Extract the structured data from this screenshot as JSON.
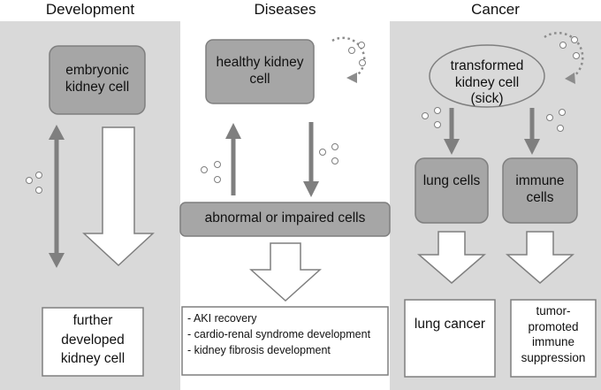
{
  "headers": {
    "development": "Development",
    "diseases": "Diseases",
    "cancer": "Cancer"
  },
  "development": {
    "embryonic_cell": "embryonic kidney cell",
    "further_developed": "further developed kidney cell"
  },
  "diseases": {
    "healthy_cell": "healthy kidney cell",
    "abnormal_cells": "abnormal or impaired cells",
    "outcomes": [
      "- AKI recovery",
      "- cardio-renal syndrome development",
      "- kidney fibrosis development"
    ]
  },
  "cancer": {
    "transformed_cell": "transformed kidney cell (sick)",
    "lung_cells": "lung cells",
    "immune_cells": "immune cells",
    "lung_cancer": "lung cancer",
    "immune_suppression": "tumor-promoted immune suppression"
  },
  "colors": {
    "panel": "#d9d9d9",
    "node_fill": "#a6a6a6",
    "node_stroke": "#7f7f7f",
    "arrow": "#7f7f7f"
  }
}
